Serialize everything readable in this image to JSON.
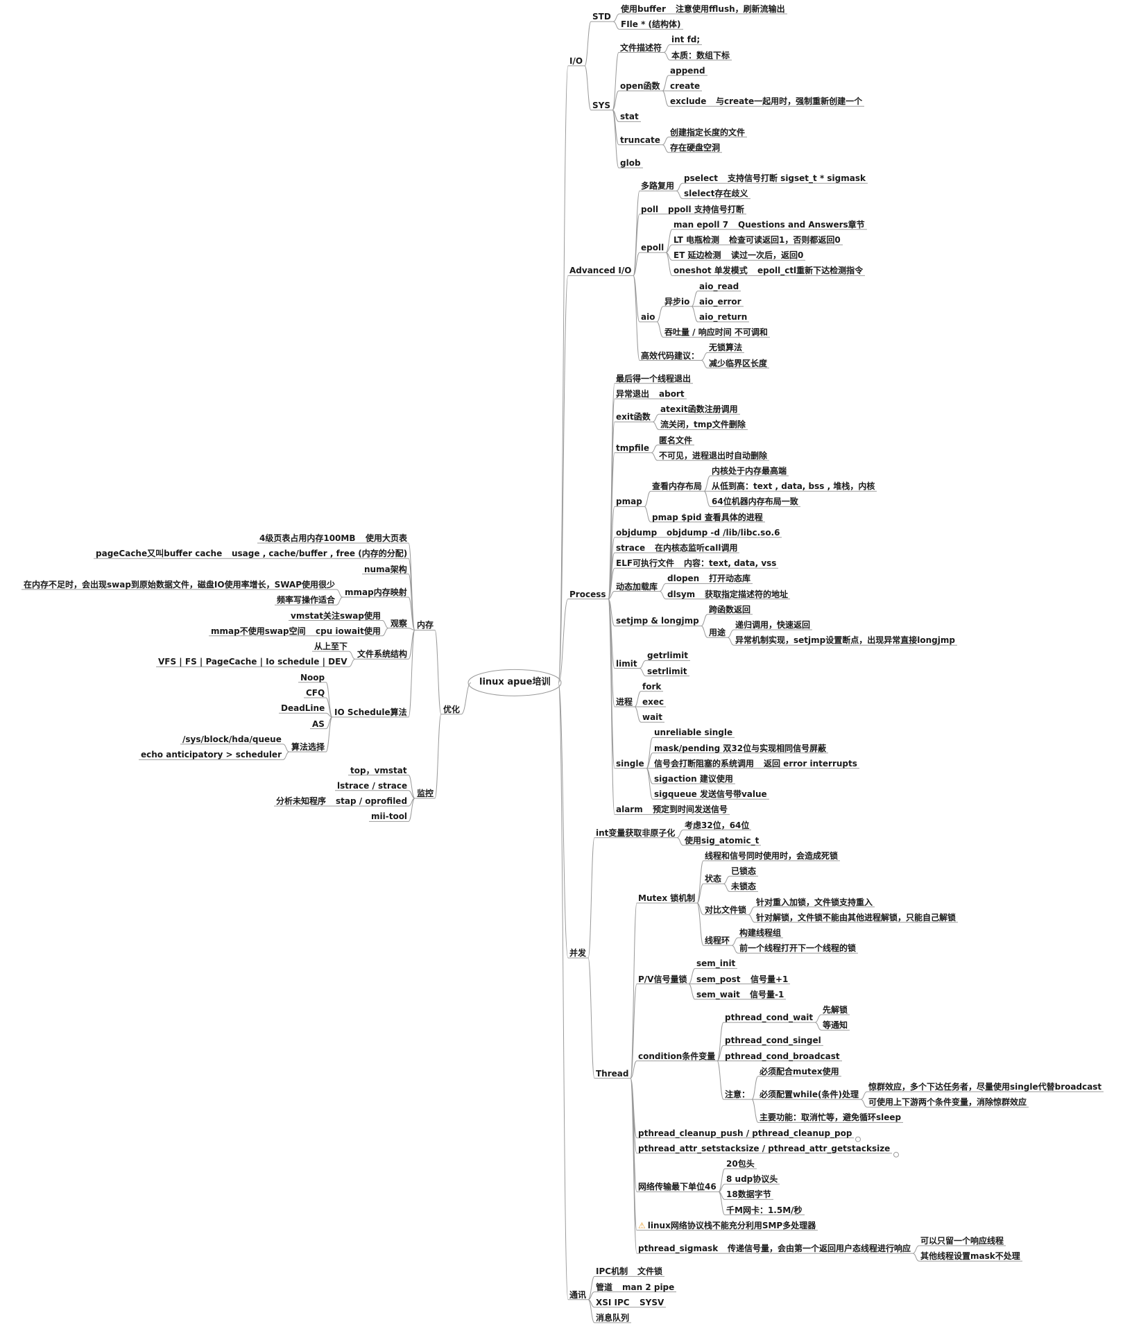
{
  "title": "linux apue培训",
  "colors": {
    "background": "#ffffff",
    "line": "#9a9a9a",
    "text": "#1a1a1a",
    "warning_icon": "#e8a33d",
    "collapse_marker_fill": "#ffffff"
  },
  "mindmap": {
    "root": "linux apue培训",
    "right": [
      {
        "label": "I/O",
        "children": [
          {
            "label": "STD",
            "children": [
              {
                "label": "使用buffer",
                "children": [
                  {
                    "label": "注意使用fflush，刷新流输出"
                  }
                ]
              },
              {
                "label": "FIle * (结构体)"
              }
            ]
          },
          {
            "label": "SYS",
            "children": [
              {
                "label": "文件描述符",
                "children": [
                  {
                    "label": "int fd;"
                  },
                  {
                    "label": "本质：数组下标"
                  }
                ]
              },
              {
                "label": "open函数",
                "children": [
                  {
                    "label": "append"
                  },
                  {
                    "label": "create"
                  },
                  {
                    "label": "exclude",
                    "children": [
                      {
                        "label": "与create一起用时，强制重新创建一个"
                      }
                    ]
                  }
                ]
              },
              {
                "label": "stat"
              },
              {
                "label": "truncate",
                "children": [
                  {
                    "label": "创建指定长度的文件"
                  },
                  {
                    "label": "存在硬盘空洞"
                  }
                ]
              },
              {
                "label": "glob"
              }
            ]
          }
        ]
      },
      {
        "label": "Advanced I/O",
        "children": [
          {
            "label": "多路复用",
            "children": [
              {
                "label": "pselect",
                "children": [
                  {
                    "label": "支持信号打断 sigset_t * sigmask"
                  }
                ]
              },
              {
                "label": "slelect存在歧义"
              }
            ]
          },
          {
            "label": "poll",
            "children": [
              {
                "label": "ppoll 支持信号打断"
              }
            ]
          },
          {
            "label": "epoll",
            "children": [
              {
                "label": "man epoll 7",
                "children": [
                  {
                    "label": "Questions and Answers章节"
                  }
                ]
              },
              {
                "label": "LT 电瓶检测",
                "children": [
                  {
                    "label": "检查可读返回1，否则都返回0"
                  }
                ]
              },
              {
                "label": "ET 延边检测",
                "children": [
                  {
                    "label": "读过一次后，返回0"
                  }
                ]
              },
              {
                "label": "oneshot 单发模式",
                "children": [
                  {
                    "label": "epoll_ctl重新下达检测指令"
                  }
                ]
              }
            ]
          },
          {
            "label": "aio",
            "children": [
              {
                "label": "异步io",
                "children": [
                  {
                    "label": "aio_read"
                  },
                  {
                    "label": "aio_error"
                  },
                  {
                    "label": "aio_return"
                  }
                ]
              },
              {
                "label": "吞吐量 / 响应时间 不可调和"
              }
            ]
          },
          {
            "label": "高效代码建议：",
            "children": [
              {
                "label": "无锁算法"
              },
              {
                "label": "减少临界区长度"
              }
            ]
          }
        ]
      },
      {
        "label": "Process",
        "children": [
          {
            "label": "最后得一个线程退出"
          },
          {
            "label": "异常退出",
            "children": [
              {
                "label": "abort"
              }
            ]
          },
          {
            "label": "exit函数",
            "children": [
              {
                "label": "atexit函数注册调用"
              },
              {
                "label": "流关闭，tmp文件删除"
              }
            ]
          },
          {
            "label": "tmpfile",
            "children": [
              {
                "label": "匿名文件"
              },
              {
                "label": "不可见，进程退出时自动删除"
              }
            ]
          },
          {
            "label": "pmap",
            "children": [
              {
                "label": "查看内存布局",
                "children": [
                  {
                    "label": "内核处于内存最高端"
                  },
                  {
                    "label": "从低到高：text , data, bss , 堆栈，内核"
                  },
                  {
                    "label": "64位机器内存布局一致"
                  }
                ]
              },
              {
                "label": "pmap $pid 查看具体的进程"
              }
            ]
          },
          {
            "label": "objdump",
            "children": [
              {
                "label": "objdump -d /lib/libc.so.6"
              }
            ]
          },
          {
            "label": "strace",
            "children": [
              {
                "label": "在内核态监听call调用"
              }
            ]
          },
          {
            "label": "ELF可执行文件",
            "children": [
              {
                "label": "内容：text, data, vss"
              }
            ]
          },
          {
            "label": "动态加载库",
            "children": [
              {
                "label": "dlopen",
                "children": [
                  {
                    "label": "打开动态库"
                  }
                ]
              },
              {
                "label": "dlsym",
                "children": [
                  {
                    "label": "获取指定描述符的地址"
                  }
                ]
              }
            ]
          },
          {
            "label": "setjmp & longjmp",
            "children": [
              {
                "label": "跨函数返回"
              },
              {
                "label": "用途",
                "children": [
                  {
                    "label": "递归调用，快速返回"
                  },
                  {
                    "label": "异常机制实现，setjmp设置断点，出现异常直接longjmp"
                  }
                ]
              }
            ]
          },
          {
            "label": "limit",
            "children": [
              {
                "label": "getrlimit"
              },
              {
                "label": "setrlimit"
              }
            ]
          },
          {
            "label": "进程",
            "children": [
              {
                "label": "fork"
              },
              {
                "label": "exec"
              },
              {
                "label": "wait"
              }
            ]
          },
          {
            "label": "single",
            "children": [
              {
                "label": "unreliable single"
              },
              {
                "label": "mask/pending 双32位与实现相同信号屏蔽"
              },
              {
                "label": "信号会打断阻塞的系统调用",
                "children": [
                  {
                    "label": "返回 error interrupts"
                  }
                ]
              },
              {
                "label": "sigaction 建议使用"
              },
              {
                "label": "sigqueue 发送信号带value"
              }
            ]
          },
          {
            "label": "alarm",
            "children": [
              {
                "label": "预定到时间发送信号"
              }
            ]
          }
        ]
      },
      {
        "label": "并发",
        "children": [
          {
            "label": "int变量获取非原子化",
            "children": [
              {
                "label": "考虑32位，64位"
              },
              {
                "label": "使用sig_atomic_t"
              }
            ]
          },
          {
            "label": "Thread",
            "children": [
              {
                "label": "Mutex 锁机制",
                "children": [
                  {
                    "label": "线程和信号同时使用时，会造成死锁"
                  },
                  {
                    "label": "状态",
                    "children": [
                      {
                        "label": "已锁态"
                      },
                      {
                        "label": "未锁态"
                      }
                    ]
                  },
                  {
                    "label": "对比文件锁",
                    "children": [
                      {
                        "label": "针对重入加锁，文件锁支持重入"
                      },
                      {
                        "label": "针对解锁，文件锁不能由其他进程解锁，只能自己解锁"
                      }
                    ]
                  },
                  {
                    "label": "线程环",
                    "children": [
                      {
                        "label": "构建线程组"
                      },
                      {
                        "label": "前一个线程打开下一个线程的锁"
                      }
                    ]
                  }
                ]
              },
              {
                "label": "P/V信号量锁",
                "children": [
                  {
                    "label": "sem_init"
                  },
                  {
                    "label": "sem_post",
                    "children": [
                      {
                        "label": "信号量+1"
                      }
                    ]
                  },
                  {
                    "label": "sem_wait",
                    "children": [
                      {
                        "label": "信号量-1"
                      }
                    ]
                  }
                ]
              },
              {
                "label": "condition条件变量",
                "children": [
                  {
                    "label": "pthread_cond_wait",
                    "children": [
                      {
                        "label": "先解锁"
                      },
                      {
                        "label": "等通知"
                      }
                    ]
                  },
                  {
                    "label": "pthread_cond_singel"
                  },
                  {
                    "label": "pthread_cond_broadcast"
                  },
                  {
                    "label": "注意：",
                    "children": [
                      {
                        "label": "必须配合mutex使用"
                      },
                      {
                        "label": "必须配置while(条件)处理",
                        "children": [
                          {
                            "label": "惊群效应，多个下达任务者，尽量使用single代替broadcast"
                          },
                          {
                            "label": "可使用上下游两个条件变量，消除惊群效应"
                          }
                        ]
                      },
                      {
                        "label": "主要功能：取消忙等，避免循环sleep"
                      }
                    ]
                  }
                ]
              },
              {
                "label": "pthread_cleanup_push / pthread_cleanup_pop",
                "marker": true
              },
              {
                "label": "pthread_attr_setstacksize / pthread_attr_getstacksize",
                "marker": true
              },
              {
                "label": "网络传输最下单位46",
                "children": [
                  {
                    "label": "20包头"
                  },
                  {
                    "label": "8 udp协议头"
                  },
                  {
                    "label": "18数据字节"
                  },
                  {
                    "label": "千M网卡：1.5M/秒"
                  }
                ]
              },
              {
                "label": "linux网络协议栈不能充分利用SMP多处理器",
                "icon": "warning"
              },
              {
                "label": "pthread_sigmask",
                "children": [
                  {
                    "label": "传递信号量，会由第一个返回用户态线程进行响应",
                    "children": [
                      {
                        "label": "可以只留一个响应线程"
                      },
                      {
                        "label": "其他线程设置mask不处理"
                      }
                    ]
                  }
                ]
              }
            ]
          }
        ]
      },
      {
        "label": "通讯",
        "children": [
          {
            "label": "IPC机制",
            "children": [
              {
                "label": "文件锁"
              }
            ]
          },
          {
            "label": "管道",
            "children": [
              {
                "label": "man 2 pipe"
              }
            ]
          },
          {
            "label": "XSI IPC",
            "children": [
              {
                "label": "SYSV"
              }
            ]
          },
          {
            "label": "消息队列"
          }
        ]
      }
    ],
    "left": {
      "label": "优化",
      "children": [
        {
          "label": "内存",
          "children": [
            {
              "label": "使用大页表",
              "children": [
                {
                  "label": "4级页表占用内存100MB"
                }
              ]
            },
            {
              "label": "usage , cache/buffer , free (内存的分配)",
              "children": [
                {
                  "label": "pageCache又叫buffer cache"
                }
              ]
            },
            {
              "label": "numa架构"
            },
            {
              "label": "mmap内存映射",
              "children": [
                {
                  "label": "在内存不足时，会出现swap到原始数据文件，磁盘IO使用率增长，SWAP使用很少"
                },
                {
                  "label": "频率写操作适合"
                }
              ]
            },
            {
              "label": "观察",
              "children": [
                {
                  "label": "vmstat关注swap使用"
                },
                {
                  "label": "cpu iowait使用",
                  "children": [
                    {
                      "label": "mmap不使用swap空间"
                    }
                  ]
                }
              ]
            },
            {
              "label": "文件系统结构",
              "children": [
                {
                  "label": "从上至下"
                },
                {
                  "label": "VFS |  FS | PageCache | Io schedule | DEV"
                }
              ]
            },
            {
              "label": "IO Schedule算法",
              "children": [
                {
                  "label": "Noop"
                },
                {
                  "label": "CFQ"
                },
                {
                  "label": "DeadLine"
                },
                {
                  "label": "AS"
                },
                {
                  "label": "算法选择",
                  "children": [
                    {
                      "label": "/sys/block/hda/queue"
                    },
                    {
                      "label": "echo anticipatory > scheduler"
                    }
                  ]
                }
              ]
            }
          ]
        },
        {
          "label": "监控",
          "children": [
            {
              "label": "top，vmstat"
            },
            {
              "label": "lstrace / strace"
            },
            {
              "label": "stap / oprofiled",
              "children": [
                {
                  "label": "分析未知程序"
                }
              ]
            },
            {
              "label": "mii-tool"
            }
          ]
        }
      ]
    }
  }
}
